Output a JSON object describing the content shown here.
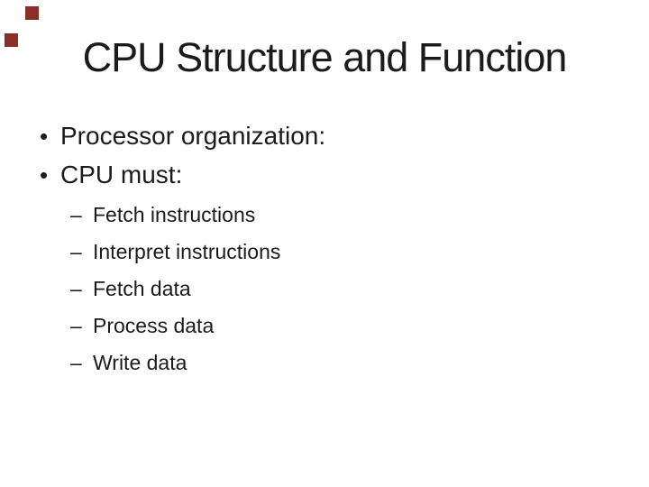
{
  "slide": {
    "title": "CPU Structure and Function",
    "markers": {
      "level1": "•",
      "level2": "–"
    },
    "bullets": [
      {
        "level": 1,
        "text": "Processor organization:"
      },
      {
        "level": 1,
        "text": "CPU must:"
      },
      {
        "level": 2,
        "text": "Fetch instructions"
      },
      {
        "level": 2,
        "text": "Interpret instructions"
      },
      {
        "level": 2,
        "text": "Fetch data"
      },
      {
        "level": 2,
        "text": "Process data"
      },
      {
        "level": 2,
        "text": "Write data"
      }
    ],
    "colors": {
      "background": "#ffffff",
      "text": "#1b1b1b",
      "decor_square": "#8b2e2a"
    }
  }
}
